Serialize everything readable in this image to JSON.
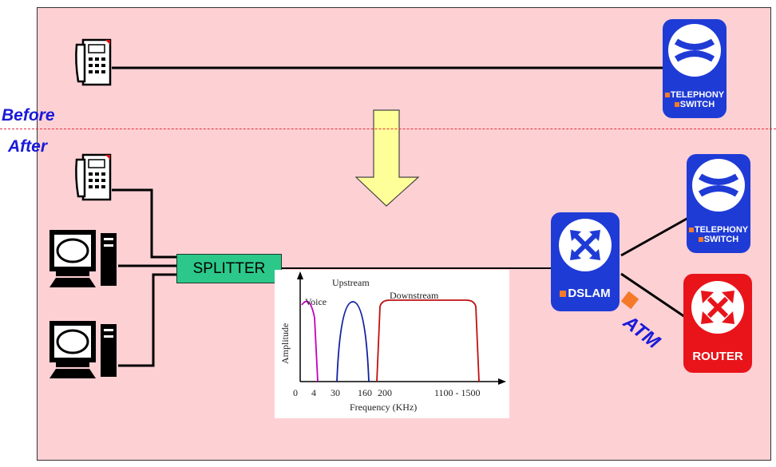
{
  "labels": {
    "before": "Before",
    "after": "After",
    "splitter": "SPLITTER",
    "atm": "ATM"
  },
  "devices": {
    "telephony_switch": {
      "line1": "TELEPHONY",
      "line2": "SWITCH"
    },
    "dslam": {
      "label": "DSLAM"
    },
    "router": {
      "label": "ROUTER"
    }
  },
  "spectrum_chart": {
    "ylabel": "Amplitude",
    "xlabel": "Frequency (KHz)",
    "band_labels": {
      "voice": "Voice",
      "upstream": "Upstream",
      "downstream": "Downstream"
    },
    "ticks": [
      "0",
      "4",
      "30",
      "160",
      "200",
      "1100 - 1500"
    ]
  },
  "colors": {
    "panel": "#fdd0d4",
    "badge_blue": "#1f3bd6",
    "badge_red": "#e8141a",
    "splitter": "#2cc88a",
    "arrow": "#ffff99",
    "divider": "#e0303a",
    "label_blue": "#1a1ad8",
    "voice_band": "#c000c0",
    "upstream_band": "#1020a0",
    "downstream_band": "#c01010"
  }
}
